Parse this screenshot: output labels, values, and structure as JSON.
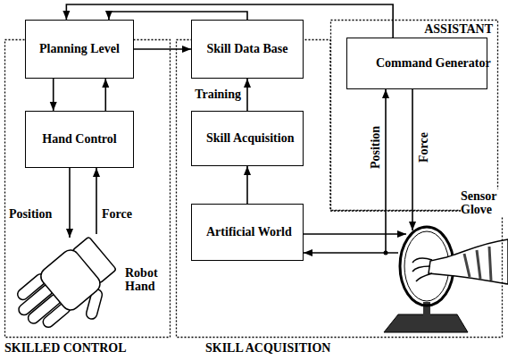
{
  "diagram": {
    "nodes": [
      {
        "text": [
          "SKILLED CONTROL"
        ]
      },
      {
        "text": [
          "Planning Level"
        ],
        "in": 0
      },
      {
        "text": [
          "Hand Control"
        ],
        "in": 0
      },
      {
        "text": [
          "SKILL ACQUISITION"
        ]
      },
      {
        "text": [
          "Skill Data Base"
        ],
        "in": 3
      },
      {
        "text": [
          "Skill Acquisition"
        ],
        "in": 3
      },
      {
        "text": [
          "Artificial World"
        ],
        "in": 3
      },
      {
        "text": [
          "ASSISTANT"
        ]
      },
      {
        "text": [
          "Command Generator"
        ],
        "in": 7
      }
    ],
    "edges": [
      {
        "from": 1,
        "to": 2,
        "arrow": "to"
      },
      {
        "from": 2,
        "to": 1,
        "arrow": "to"
      },
      {
        "from": 1,
        "to": 4,
        "arrow": "to"
      },
      {
        "from": 4,
        "to": 1,
        "arrow": "to"
      },
      {
        "from": 8,
        "to": 1,
        "arrow": "to"
      },
      {
        "from": 5,
        "to": 4,
        "arrow": "to",
        "label": "Training"
      },
      {
        "from": 6,
        "to": 5,
        "arrow": "to"
      }
    ],
    "labels": [
      "Position",
      "Force",
      "Robot Hand",
      "Position",
      "Force",
      "Sensor Glove"
    ]
  }
}
